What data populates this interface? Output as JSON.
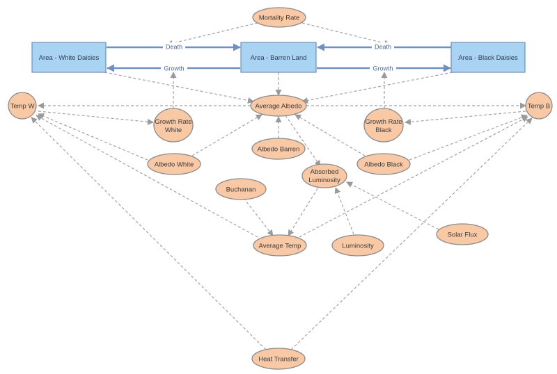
{
  "nodes": {
    "mortality": "Mortality Rate",
    "white": "Area - White Daisies",
    "barren": "Area - Barren Land",
    "black": "Area - Black Daisies",
    "tempw": "Temp W",
    "tempb": "Temp B",
    "avgalbedo": "Average Albedo",
    "grww1": "Growth Rate",
    "grww2": "White",
    "grwb1": "Growth Rate",
    "grwb2": "Black",
    "albbarren": "Albedo Barren",
    "albwhite": "Albedo White",
    "albblack": "Albedo Black",
    "abs1": "Absorbed",
    "abs2": "Luminosity",
    "buchanan": "Buchanan",
    "avgtemp": "Average Temp",
    "luminosity": "Luminosity",
    "solarflux": "Solar Flux",
    "heat": "Heat Transfer"
  },
  "flows": {
    "death_left": "Death",
    "growth_left": "Growth",
    "death_right": "Death",
    "growth_right": "Growth"
  },
  "colors": {
    "oval_fill": "#f9c8a5",
    "stock_fill": "#a9d3f2",
    "flow_line": "#6f8fc5",
    "link_line": "#a2a2a2"
  }
}
